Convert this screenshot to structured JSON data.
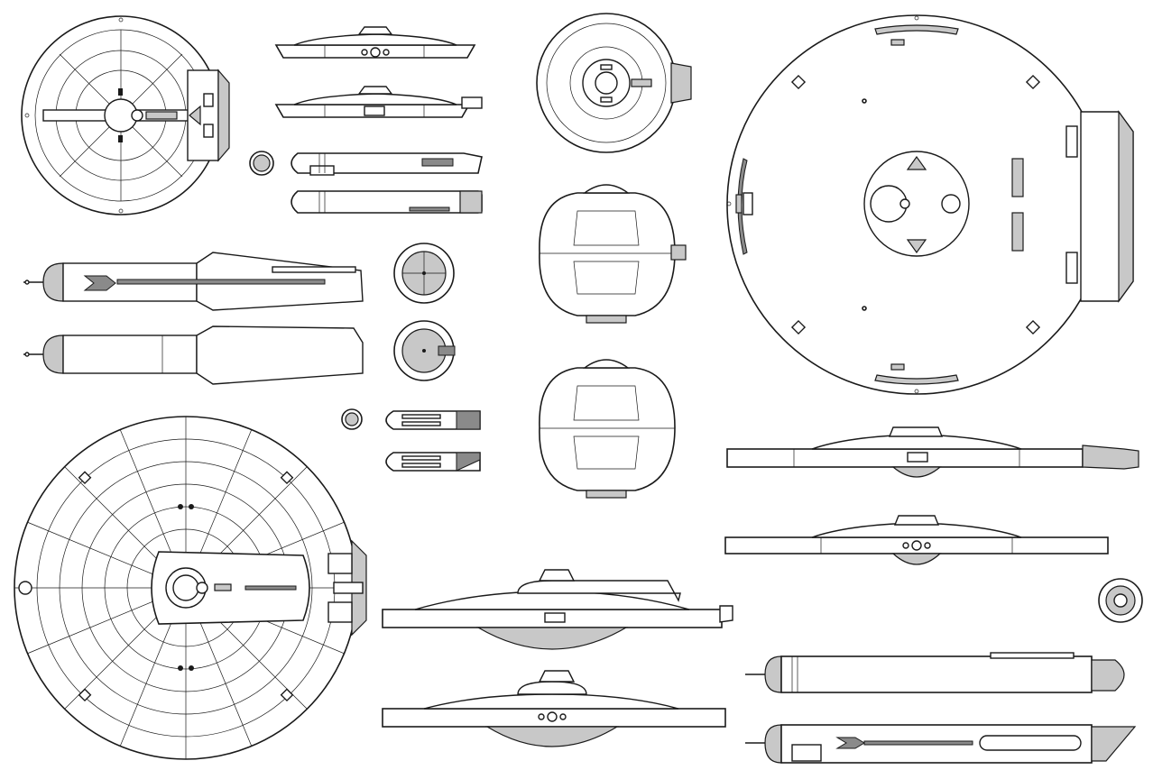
{
  "sheet": {
    "views": [
      {
        "view": "saucer-top-small"
      },
      {
        "view": "saucer-side-upper"
      },
      {
        "view": "saucer-side-lower"
      },
      {
        "view": "secondary-hull-side"
      },
      {
        "view": "secondary-hull-side-alt"
      },
      {
        "view": "nacelle-side-upper"
      },
      {
        "view": "nacelle-side-lower"
      },
      {
        "view": "nacelle-front"
      },
      {
        "view": "nacelle-rear"
      },
      {
        "view": "saucer-bottom"
      },
      {
        "view": "saucer-top-large"
      },
      {
        "view": "secondary-hull-top"
      },
      {
        "view": "secondary-hull-bottom"
      },
      {
        "view": "saucer-top-full"
      },
      {
        "view": "primary-hull-side-right"
      },
      {
        "view": "primary-hull-front-right"
      },
      {
        "view": "nacelle-right-top"
      },
      {
        "view": "nacelle-right-bottom"
      },
      {
        "view": "deflector-right"
      },
      {
        "view": "engine-front-small"
      },
      {
        "view": "engine-rear-small"
      },
      {
        "view": "side-view-large-upper"
      },
      {
        "view": "side-view-large-lower"
      }
    ],
    "colors": {
      "line": "#1a1a1a",
      "fill_light": "#c8c8c8",
      "fill_dark": "#8a8a8a",
      "background": "#ffffff"
    }
  }
}
